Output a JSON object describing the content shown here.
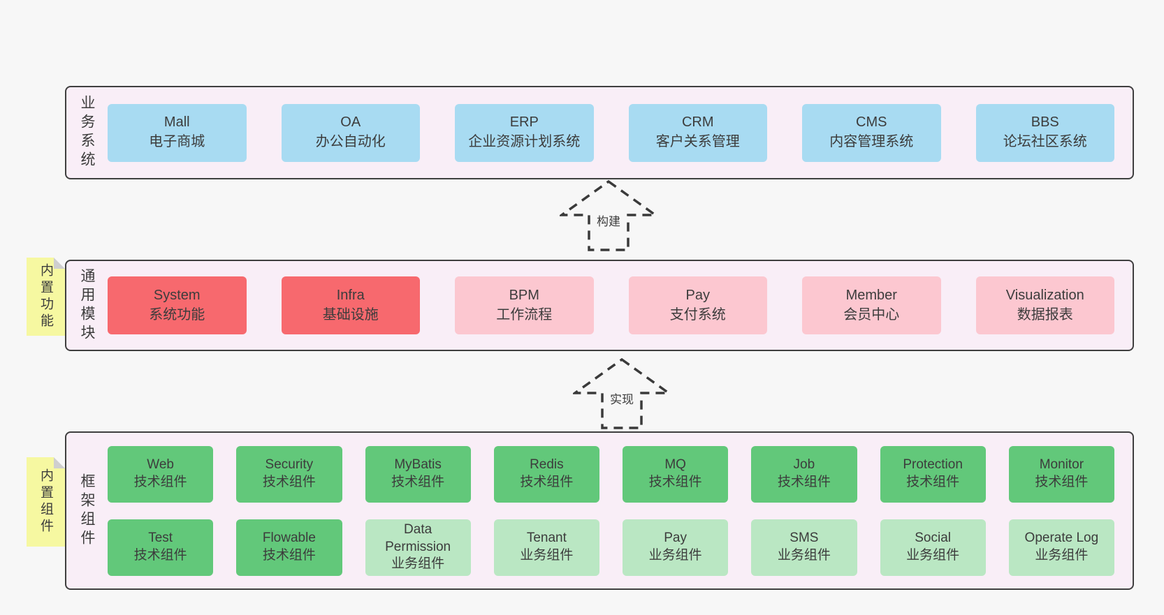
{
  "colors": {
    "page_bg": "#f7f7f7",
    "band_bg": "#f9eef7",
    "band_border": "#3f3f3f",
    "blue_box": "#a8dbf2",
    "red_box": "#f7696e",
    "pink_box": "#fcc7d0",
    "green_box": "#62c87a",
    "light_green_box": "#bae7c3",
    "sticky_bg": "#f6f8a1",
    "sticky_fold": "#cfcfcf",
    "text": "#3c3c3c",
    "arrow": "#3a3a3a"
  },
  "band1": {
    "label": "业务系统",
    "boxes": [
      {
        "en": "Mall",
        "zh": "电子商城"
      },
      {
        "en": "OA",
        "zh": "办公自动化"
      },
      {
        "en": "ERP",
        "zh": "企业资源计划系统"
      },
      {
        "en": "CRM",
        "zh": "客户关系管理"
      },
      {
        "en": "CMS",
        "zh": "内容管理系统"
      },
      {
        "en": "BBS",
        "zh": "论坛社区系统"
      }
    ]
  },
  "arrow1": {
    "label": "构建"
  },
  "band2": {
    "label": "通用模块",
    "sticky": "内置功能",
    "boxes": [
      {
        "en": "System",
        "zh": "系统功能",
        "variant": "red"
      },
      {
        "en": "Infra",
        "zh": "基础设施",
        "variant": "red"
      },
      {
        "en": "BPM",
        "zh": "工作流程",
        "variant": "pink"
      },
      {
        "en": "Pay",
        "zh": "支付系统",
        "variant": "pink"
      },
      {
        "en": "Member",
        "zh": "会员中心",
        "variant": "pink"
      },
      {
        "en": "Visualization",
        "zh": "数据报表",
        "variant": "pink"
      }
    ]
  },
  "arrow2": {
    "label": "实现"
  },
  "band3": {
    "label": "框架组件",
    "sticky": "内置组件",
    "row1": [
      {
        "en": "Web",
        "zh": "技术组件"
      },
      {
        "en": "Security",
        "zh": "技术组件"
      },
      {
        "en": "MyBatis",
        "zh": "技术组件"
      },
      {
        "en": "Redis",
        "zh": "技术组件"
      },
      {
        "en": "MQ",
        "zh": "技术组件"
      },
      {
        "en": "Job",
        "zh": "技术组件"
      },
      {
        "en": "Protection",
        "zh": "技术组件"
      },
      {
        "en": "Monitor",
        "zh": "技术组件"
      }
    ],
    "row2": [
      {
        "en": "Test",
        "zh": "技术组件",
        "variant": "green"
      },
      {
        "en": "Flowable",
        "zh": "技术组件",
        "variant": "green"
      },
      {
        "en": "Data Permission",
        "zh": "业务组件",
        "variant": "lightgreen"
      },
      {
        "en": "Tenant",
        "zh": "业务组件",
        "variant": "lightgreen"
      },
      {
        "en": "Pay",
        "zh": "业务组件",
        "variant": "lightgreen"
      },
      {
        "en": "SMS",
        "zh": "业务组件",
        "variant": "lightgreen"
      },
      {
        "en": "Social",
        "zh": "业务组件",
        "variant": "lightgreen"
      },
      {
        "en": "Operate Log",
        "zh": "业务组件",
        "variant": "lightgreen"
      }
    ]
  }
}
